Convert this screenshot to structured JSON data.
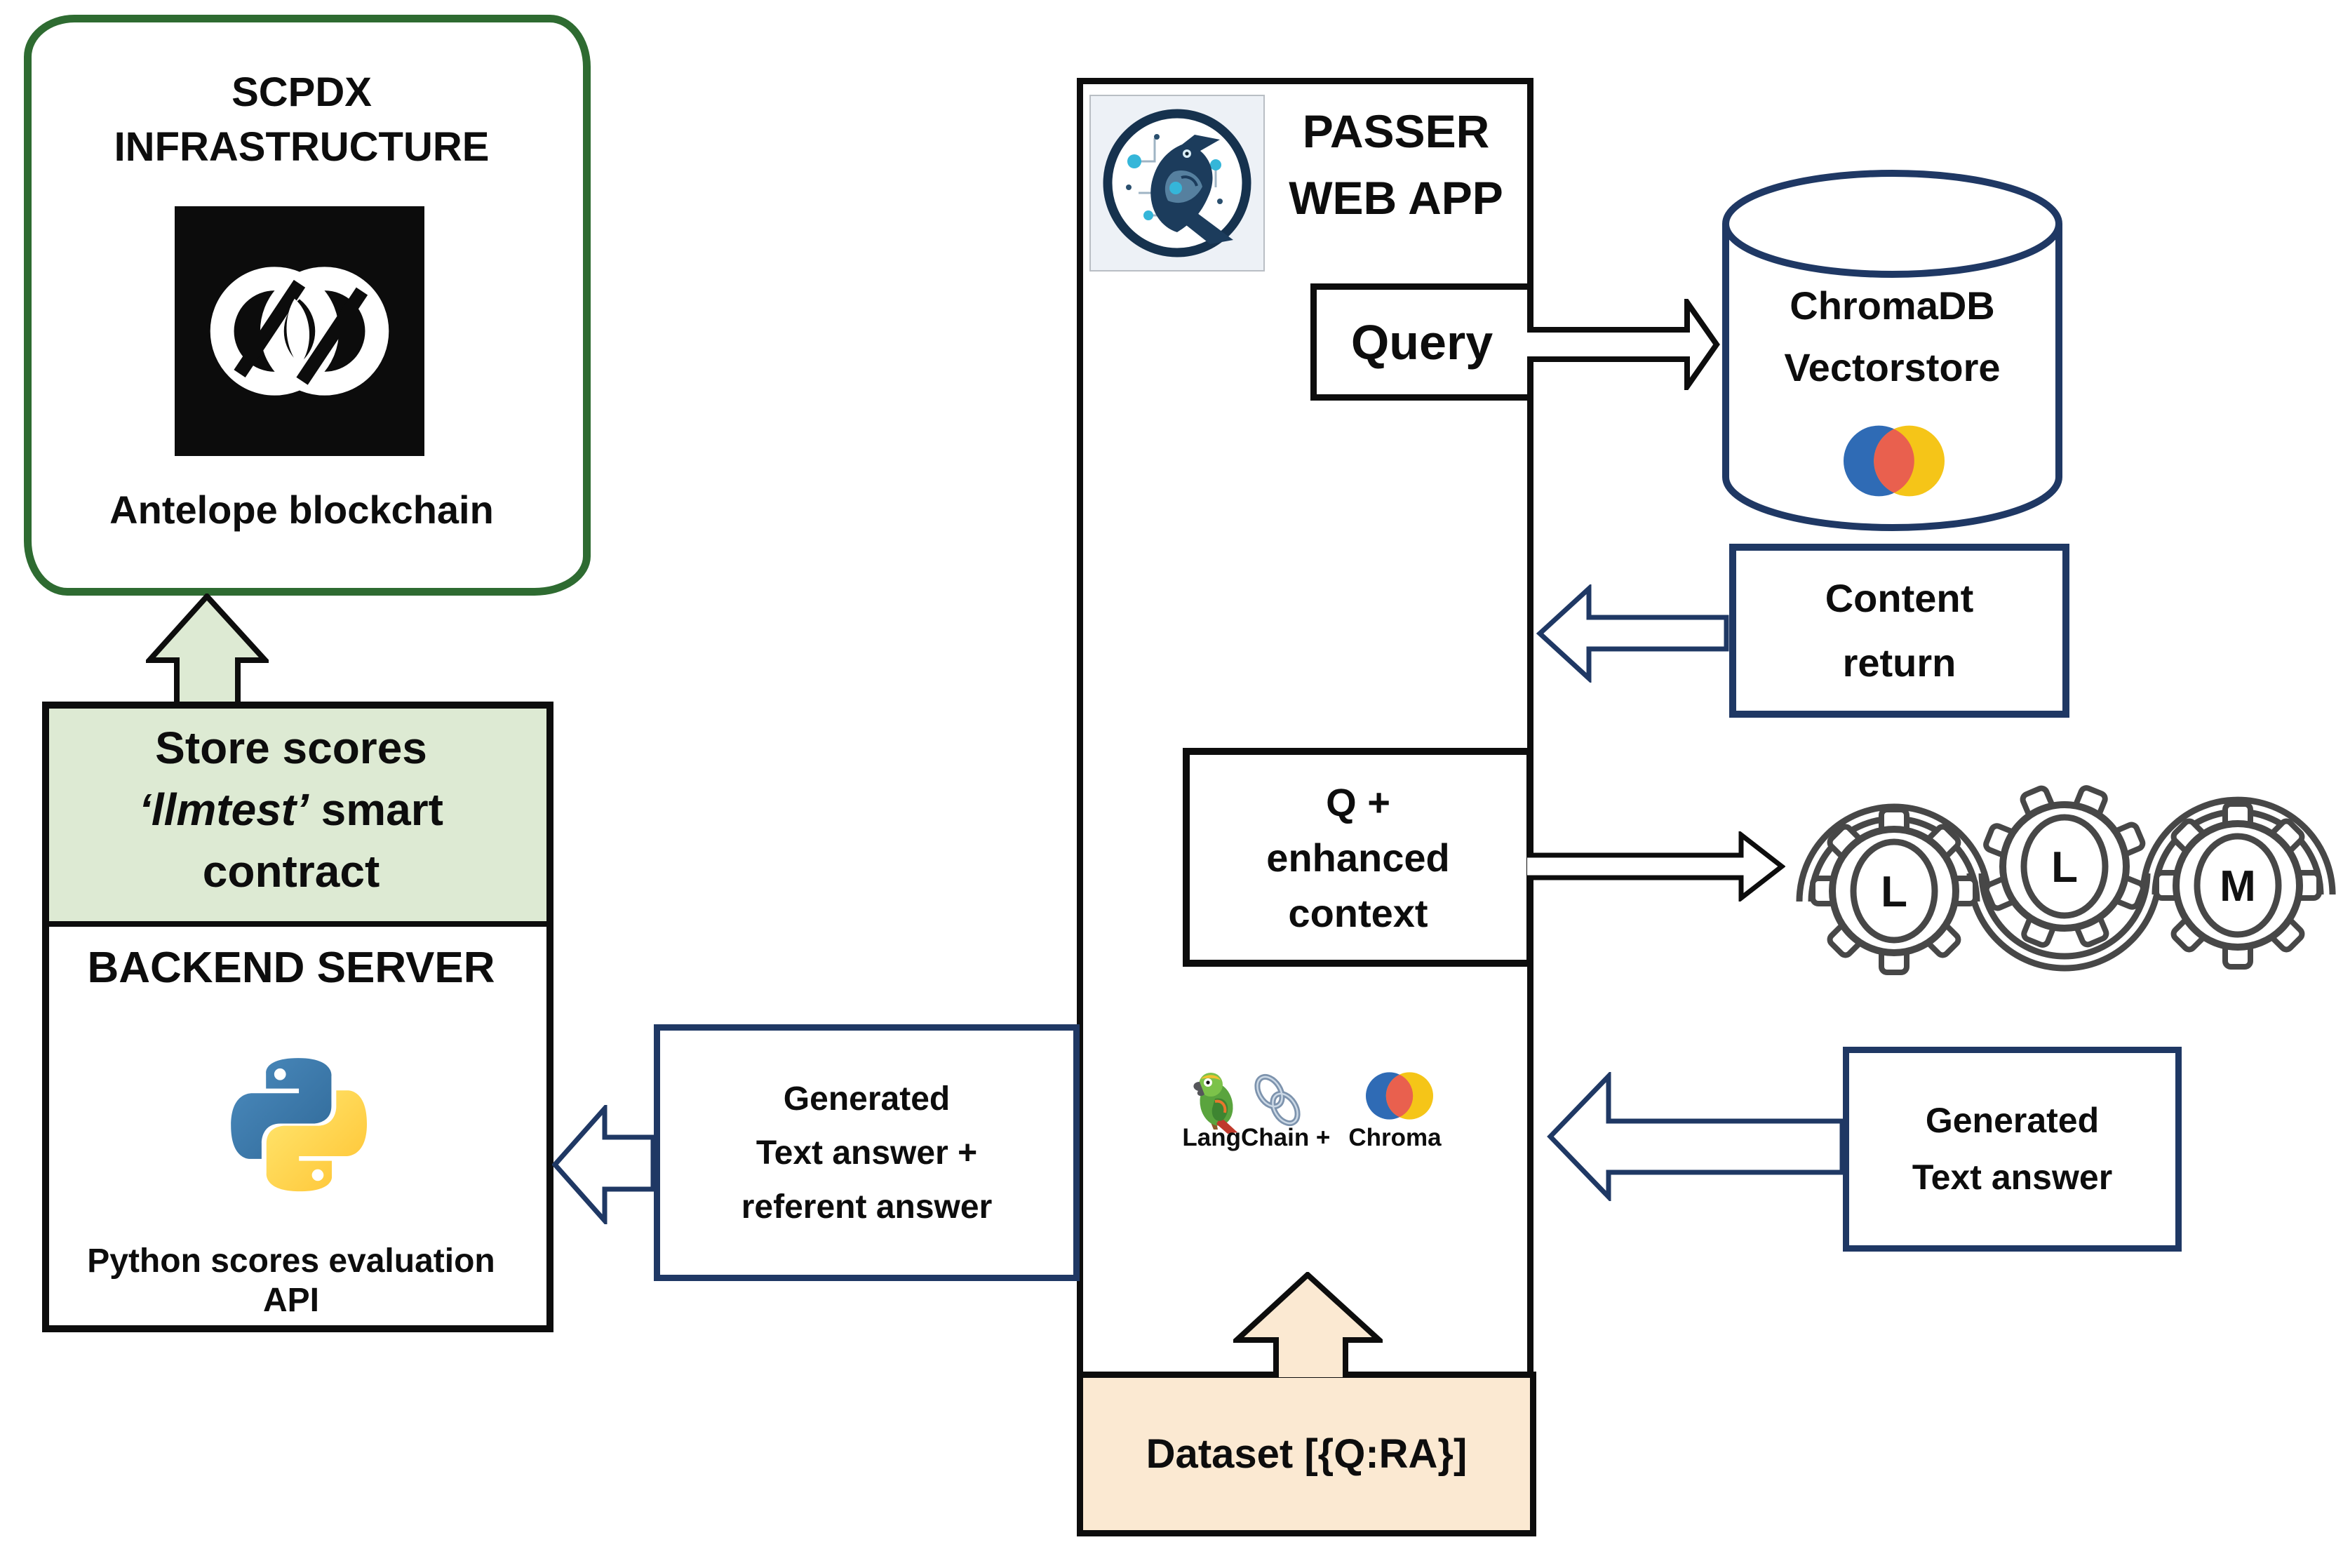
{
  "colors": {
    "navy": "#1f3864",
    "black": "#0d0d0d",
    "wavy_green": "#2e6b31",
    "light_green": "#ddead3",
    "tan": "#fbe9d2",
    "gear_gray": "#474747",
    "chroma_blue": "#2f6bb5",
    "chroma_red": "#e9604e",
    "chroma_yellow": "#f5c518",
    "python_blue": "#387eb8",
    "python_yellow": "#ffd43b"
  },
  "scpdx": {
    "title_line1": "SCPDX",
    "title_line2": "INFRASTRUCTURE",
    "caption": "Antelope blockchain"
  },
  "store_contract": {
    "line1": "Store scores",
    "line2_italic": "‘llmtest’",
    "line2_rest": " smart",
    "line3": "contract"
  },
  "backend": {
    "title": "BACKEND SERVER",
    "caption_line1": "Python scores evaluation",
    "caption_line2": "API"
  },
  "passer": {
    "title_line1": "PASSER",
    "title_line2": "WEB APP"
  },
  "query": {
    "label": "Query"
  },
  "chromadb": {
    "line1": "ChromaDB",
    "line2": "Vectorstore"
  },
  "content_return": {
    "line1": "Content",
    "line2": "return"
  },
  "q_context": {
    "line1": "Q +",
    "line2": "enhanced",
    "line3": "context"
  },
  "llm_gears": {
    "letters": [
      "L",
      "L",
      "M"
    ]
  },
  "langchain": {
    "label": "LangChain +",
    "chroma_label": "Chroma"
  },
  "generated_answer": {
    "line1": "Generated",
    "line2": "Text answer"
  },
  "generated_referent": {
    "line1": "Generated",
    "line2": "Text answer +",
    "line3": "referent answer"
  },
  "dataset": {
    "label": "Dataset [{Q:RA}]"
  }
}
